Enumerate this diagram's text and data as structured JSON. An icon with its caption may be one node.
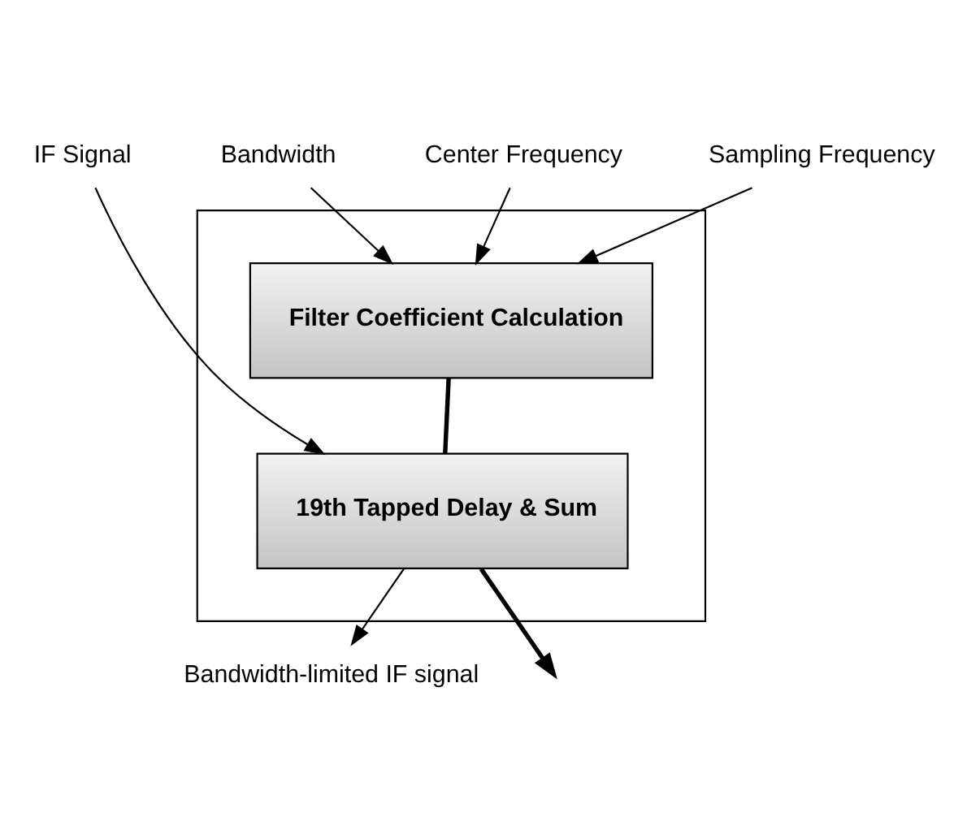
{
  "diagram": {
    "nodes": [
      {
        "text": [],
        "shape": "box"
      },
      {
        "text": [
          "IF Signal"
        ]
      },
      {
        "text": [
          "Bandwidth"
        ]
      },
      {
        "text": [
          "Center Frequency"
        ]
      },
      {
        "text": [
          "Sampling Frequency"
        ]
      },
      {
        "text": [
          "Filter Coefficient Calculation"
        ],
        "in": 0
      },
      {
        "text": [
          "19th Tapped Delay & Sum"
        ],
        "in": 0
      },
      {
        "text": [
          "Bandwidth-limited IF signal"
        ]
      }
    ],
    "edges": [
      {
        "from": 1,
        "to": 6,
        "arrow": "to"
      },
      {
        "from": 2,
        "to": 5,
        "arrow": "to"
      },
      {
        "from": 3,
        "to": 5,
        "arrow": "to"
      },
      {
        "from": 4,
        "to": 5,
        "arrow": "to"
      },
      {
        "from": 5,
        "to": 6,
        "arrow": "none",
        "style": "thick"
      },
      {
        "from": 6,
        "to": null,
        "arrow": "to",
        "style": "thick"
      },
      {
        "from": 6,
        "to": 7,
        "arrow": "to"
      }
    ]
  }
}
